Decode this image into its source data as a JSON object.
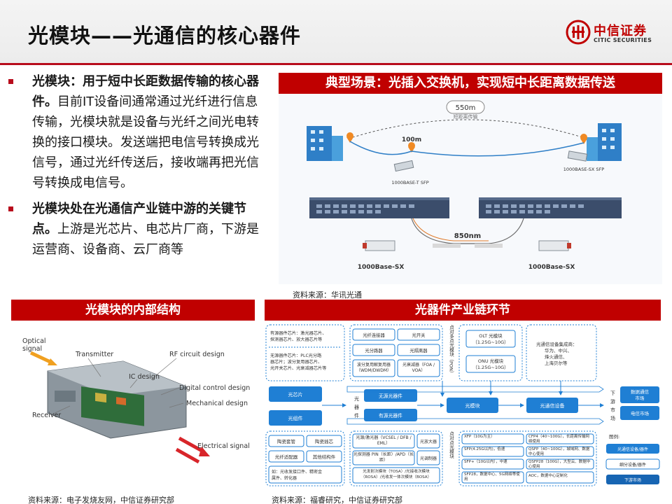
{
  "header": {
    "title": "光模块——光通信的核心器件",
    "logo_cn": "中信证券",
    "logo_en": "CITIC SECURITIES"
  },
  "bullets": [
    {
      "bold": "光模块：用于短中长距数据传输的核心器件。",
      "text": "目前IT设备间通常通过光纤进行信息传输，光模块就是设备与光纤之间光电转换的接口模块。发送端把电信号转换成光信号，通过光纤传送后，接收端再把光信号转换成电信号。"
    },
    {
      "bold": "光模块处在光通信产业链中游的关键节点。",
      "text": "上游是光芯片、电芯片厂商，下游是运营商、设备商、云厂商等"
    }
  ],
  "scene": {
    "header": "典型场景：光插入交换机，实现短中长距离数据传送",
    "dist_550": "550m",
    "dist_short": "短距离传输",
    "dist_100": "100m",
    "sfp_t": "1000BASE-T SFP",
    "sfp_sx": "1000BASE-SX SFP",
    "dist_850": "850nm",
    "label_left": "1000Base-SX",
    "label_right": "1000Base-SX",
    "source": "资料来源：华讯光通"
  },
  "module": {
    "header": "光模块的内部结构",
    "labels": {
      "optical_signal_1": "Optical",
      "optical_signal_2": "signal",
      "transmitter": "Transmitter",
      "rf": "RF circuit design",
      "ic": "IC design",
      "digital": "Digital control design",
      "mechanical": "Mechanical design",
      "receiver": "Receiver",
      "electrical": "Electrical signal"
    },
    "source": "资料来源：电子发烧友网，中信证券研究部"
  },
  "chain": {
    "header": "光器件产业链环节",
    "upstream_box": {
      "a": [
        "有源器件芯片：激光器芯片、",
        "探测器芯片、放大器芯片等"
      ],
      "b": [
        "无源器件芯片：PLC光分路",
        "器芯片；波分复用器芯片、",
        "光开关芯片、光衰减器芯片等"
      ]
    },
    "passive_grid": [
      "光纤连接器",
      "光开关",
      "光分路器",
      "光隔离器",
      "波分复用解复用器（WDM/DWDM）",
      "光衰减器（FOA / VOA）"
    ],
    "vertical_label_1": "点对多点光模块（PON）",
    "olt": [
      "OLT 光模块",
      "（1.25G~10G）"
    ],
    "onu": [
      "ONU 光模块",
      "（1.25G~10G）"
    ],
    "integrators_title": "光通信设备集成商：",
    "integrators": [
      "华为、中兴、",
      "烽火通信、",
      "上海贝尔等"
    ],
    "optical_chip": "光芯片",
    "optical_assembly": "光组件",
    "device_label": [
      "光",
      "器",
      "件"
    ],
    "passive_device": "无源光器件",
    "active_device": "有源光器件",
    "module_node": "光模块",
    "equipment_node": "光通信设备",
    "downstream_label": [
      "下",
      "游",
      "市",
      "场"
    ],
    "market_dc": [
      "数据通信",
      "市场"
    ],
    "market_telecom": "电信市场",
    "lower_left": [
      "陶瓷套管",
      "陶瓷插芯",
      "光纤适配器",
      "其他结构件"
    ],
    "lower_left_note": [
      "如：光收发接口件、精密金",
      "属件、转化器"
    ],
    "active_grid": [
      "光源/激光器（VCSEL / DFB / EML）",
      "光放大器",
      "光探测器 PIN（长距）/APD（长距）",
      "光调制器",
      "光发射次模块（TOSA）/光接收次模块（ROSA）/光收发一体次模块（BOSA）"
    ],
    "vertical_label_2": "点对点光模块",
    "p2p_left": [
      "XFP（10G为主）",
      "SFP(4.25G以内)，低速",
      "SFP+（10G以内），中速",
      "SFP28，数据中心、5G网络等使用"
    ],
    "p2p_right": [
      "CFP4（40~100G），长距离传输网络使用",
      "QSFP（40~100G），城域网、数据中心使用",
      "QSFP28（100G），大型云、数据中心使用",
      "AOC，数据中心定制化"
    ],
    "legend_title": "图例:",
    "legend": [
      "光通信设备/器件",
      "细分设备/器件",
      "下游市场"
    ],
    "source": "资料来源：福睿研究，中信证券研究部"
  },
  "colors": {
    "brand_red": "#c00000",
    "chain_blue": "#1f7fd4",
    "chain_dark_blue": "#1765b3"
  }
}
